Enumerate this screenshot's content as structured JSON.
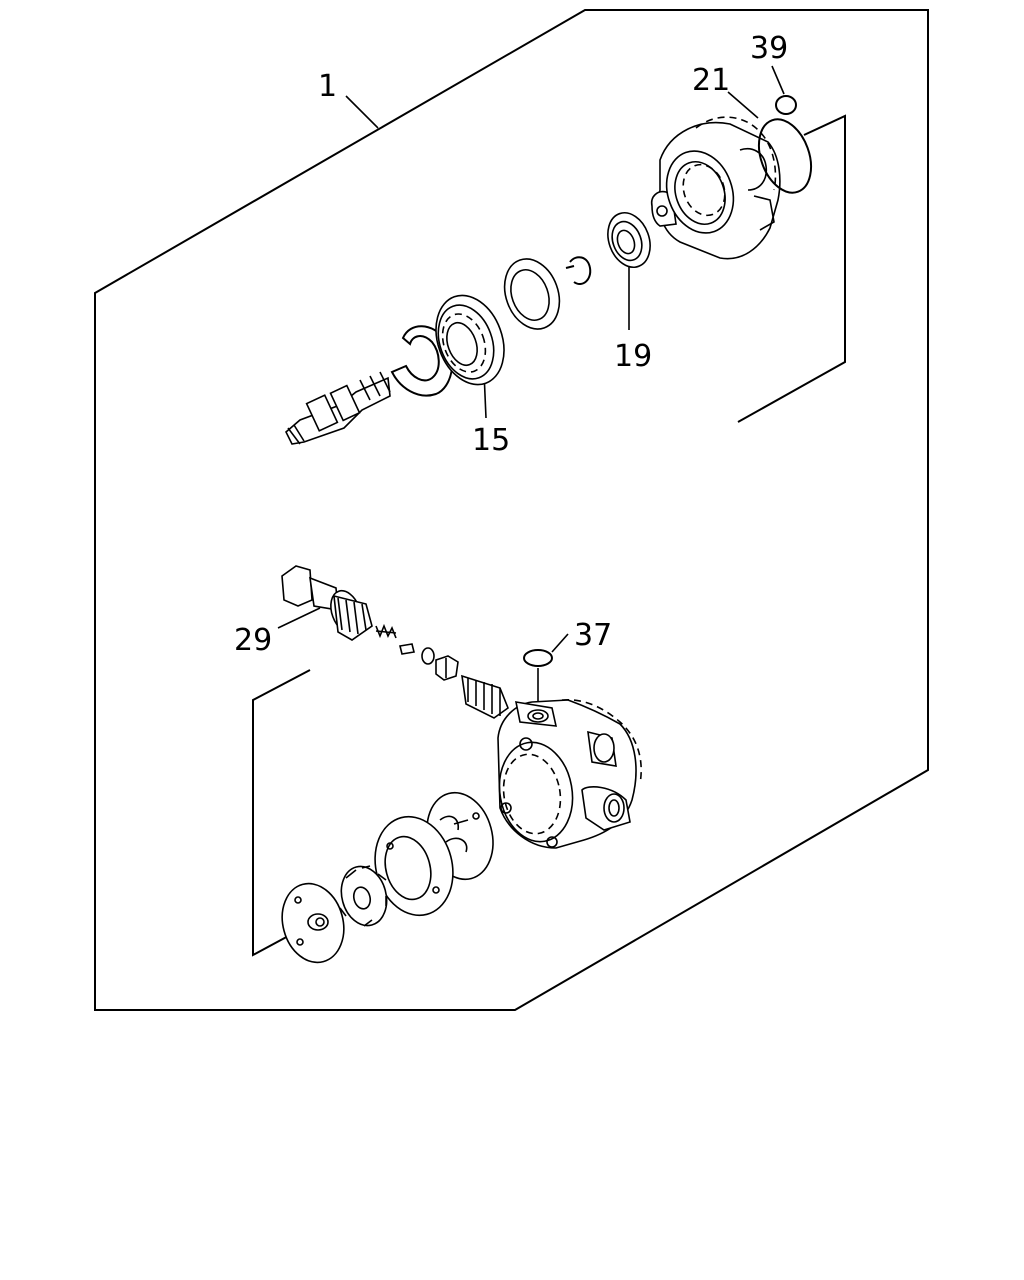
{
  "callouts": [
    {
      "id": "1",
      "label": "1"
    },
    {
      "id": "15",
      "label": "15"
    },
    {
      "id": "19",
      "label": "19"
    },
    {
      "id": "21",
      "label": "21"
    },
    {
      "id": "29",
      "label": "29"
    },
    {
      "id": "37",
      "label": "37"
    },
    {
      "id": "39",
      "label": "39"
    }
  ]
}
